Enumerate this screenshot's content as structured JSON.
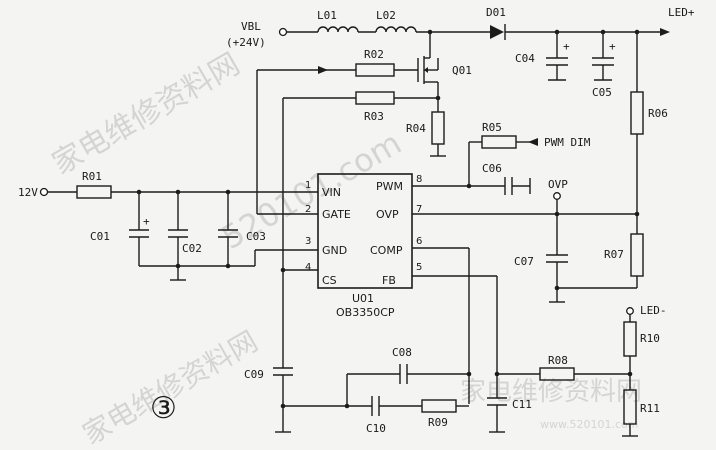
{
  "nets": {
    "vbl": "VBL",
    "vbl_voltage": "(+24V)",
    "v12": "12V",
    "led_plus": "LED+",
    "led_minus": "LED-",
    "pwm_dim": "PWM DIM",
    "ovp": "OVP"
  },
  "components": {
    "l01": "L01",
    "l02": "L02",
    "d01": "D01",
    "q01": "Q01",
    "c04": "C04",
    "c05": "C05",
    "r06": "R06",
    "r07": "R07",
    "r02": "R02",
    "r03": "R03",
    "r04": "R04",
    "r05": "R05",
    "c06": "C06",
    "c07": "C07",
    "r01": "R01",
    "c01": "C01",
    "c02": "C02",
    "c03": "C03",
    "c09": "C09",
    "c08": "C08",
    "c10": "C10",
    "c11": "C11",
    "r08": "R08",
    "r09": "R09",
    "r10": "R10",
    "r11": "R11"
  },
  "ic": {
    "ref": "U01",
    "part": "OB3350CP",
    "pins": [
      {
        "num": "1",
        "name": "VIN"
      },
      {
        "num": "2",
        "name": "GATE"
      },
      {
        "num": "3",
        "name": "GND"
      },
      {
        "num": "4",
        "name": "CS"
      },
      {
        "num": "5",
        "name": "FB"
      },
      {
        "num": "6",
        "name": "COMP"
      },
      {
        "num": "7",
        "name": "OVP"
      },
      {
        "num": "8",
        "name": "PWM"
      }
    ]
  },
  "figure_number": "③",
  "watermark": {
    "line1": "家电维修资料网",
    "line2": "家电维修资料网",
    "site": "520101.com",
    "site_bottom": "www.520101.com"
  }
}
